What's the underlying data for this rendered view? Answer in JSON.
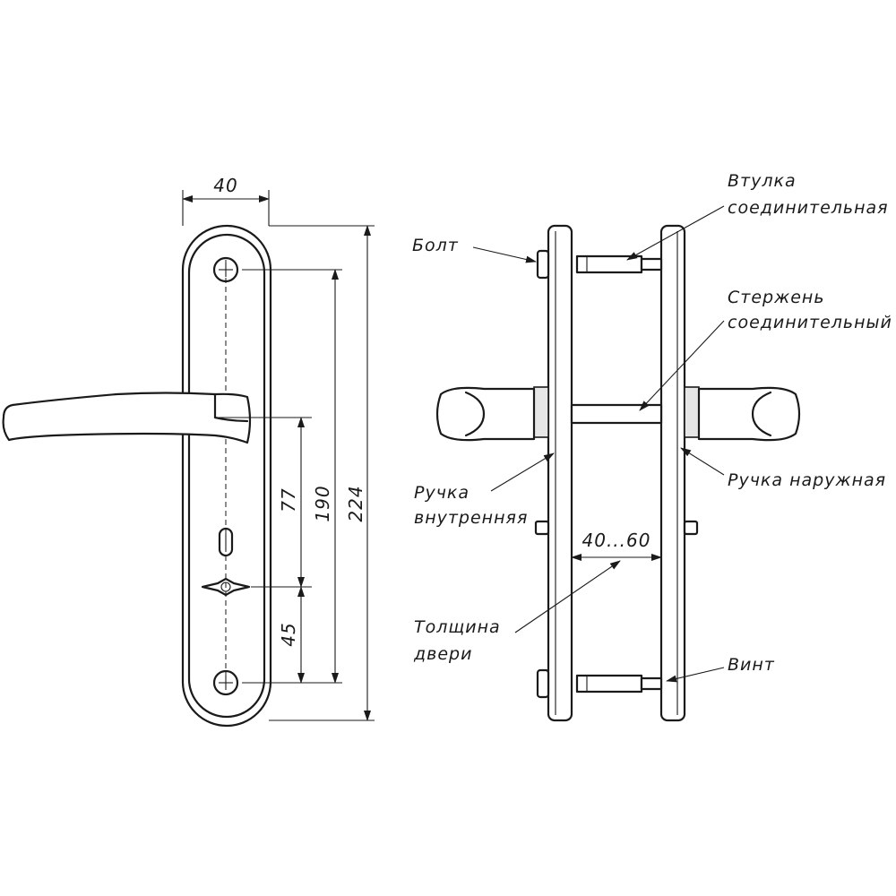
{
  "front_view": {
    "dimensions": {
      "width": "40",
      "overall_height": "224",
      "hole_spacing": "190",
      "handle_to_key": "77",
      "key_to_bottom_hole": "45"
    }
  },
  "side_view": {
    "labels": {
      "bushing_line1": "Втулка",
      "bushing_line2": "соединительная",
      "bolt": "Болт",
      "rod_line1": "Стержень",
      "rod_line2": "соединительный",
      "inner_handle_line1": "Ручка",
      "inner_handle_line2": "внутренняя",
      "outer_handle": "Ручка наружная",
      "door_thickness_line1": "Толщина",
      "door_thickness_line2": "двери",
      "screw": "Винт"
    },
    "dimensions": {
      "door_thickness_range": "40...60"
    }
  }
}
